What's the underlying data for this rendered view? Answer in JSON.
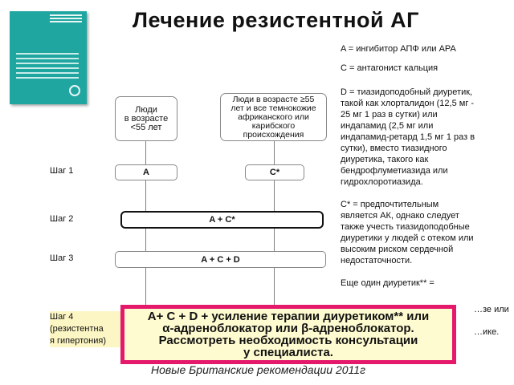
{
  "title": "Лечение резистентной АГ",
  "footer": "Новые Британские рекомендации 2011г",
  "columns": {
    "left_header": [
      "Люди",
      "в возрасте",
      "<55 лет"
    ],
    "right_header": [
      "Люди в возрасте ≥55",
      "лет и все темнокожие",
      "африканского или",
      "карибского",
      "происхождения"
    ]
  },
  "steps": [
    {
      "label": "Шаг 1",
      "left_box": "A",
      "right_box": "C*"
    },
    {
      "label": "Шаг 2",
      "box": "A + C*"
    },
    {
      "label": "Шаг 3",
      "box": "A + C + D"
    },
    {
      "label": "Шаг 4 (резистентна я гипертония)"
    }
  ],
  "step4_lines": [
    "Шаг 4",
    "(резистентна",
    "я гипертония)"
  ],
  "step4_box_lines": [
    "A+ C + D + усиление терапии диуретиком** или",
    "α-адреноблокатор или β-адреноблокатор.",
    "Рассмотреть необходимость консультации",
    "у специалиста."
  ],
  "legend": [
    [
      "A = ингибитор АПФ или АРА"
    ],
    [
      "C = антагонист кальция"
    ],
    [
      "D = тиазидоподобный диуретик,",
      "такой как хлорталидон (12,5 мг -",
      "25 мг 1 раз в сутки) или",
      "индапамид (2,5 мг или",
      "индапамид-ретард 1,5 мг 1 раз в",
      "сутки), вместо тиазидного",
      "диуретика, такого как",
      "бендрофлуметиазида или",
      "гидрохлоротиазида."
    ],
    [
      "C* = предпочтительным",
      "является АК, однако следует",
      "также учесть тиазидоподобные",
      "диуретики у людей с отеком или",
      "высоким риском сердечной",
      "недостаточности."
    ],
    [
      "Еще один диуретик** =",
      "…зе или",
      "…ике."
    ]
  ],
  "colors": {
    "highlight_border": "#e5196b",
    "highlight_fill": "#fffbd0",
    "booklet": "#1fa6a0",
    "step4_fill": "#fcf6c4"
  }
}
